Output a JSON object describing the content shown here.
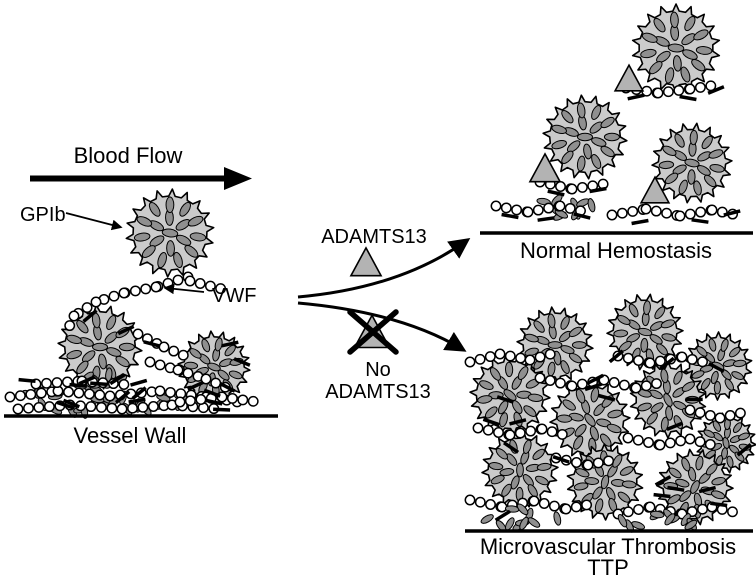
{
  "diagram": {
    "labels": {
      "blood_flow": "Blood Flow",
      "gpib": "GPIb",
      "vwf": "VWF",
      "vessel_wall": "Vessel Wall",
      "adamts13": "ADAMTS13",
      "no": "No",
      "no_adamts13": "ADAMTS13",
      "normal_hemostasis": "Normal Hemostasis",
      "microvascular_thrombosis": "Microvascular Thrombosis",
      "ttp": "TTP"
    },
    "colors": {
      "background": "#ffffff",
      "line": "#000000",
      "platelet_fill": "#cbcbcb",
      "granule_fill": "#8f8f8f",
      "triangle_fill": "#b3b3b3",
      "vwf_bead_fill": "#ffffff"
    }
  }
}
